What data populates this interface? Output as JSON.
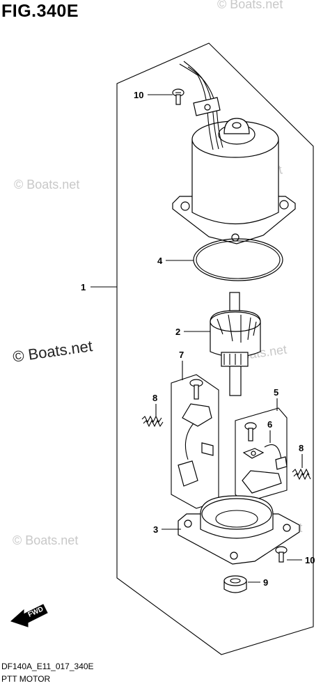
{
  "figure": {
    "title": "FIG.340E",
    "code": "DF140A_E11_017_340E",
    "name": "PTT MOTOR"
  },
  "watermark": {
    "small": "© Boats.net",
    "large": "© Boats.net"
  },
  "fwd_label": "FWD",
  "callouts": {
    "c1": "1",
    "c2": "2",
    "c3": "3",
    "c4": "4",
    "c5": "5",
    "c6": "6",
    "c7": "7",
    "c8a": "8",
    "c8b": "8",
    "c9": "9",
    "c10a": "10",
    "c10b": "10"
  }
}
